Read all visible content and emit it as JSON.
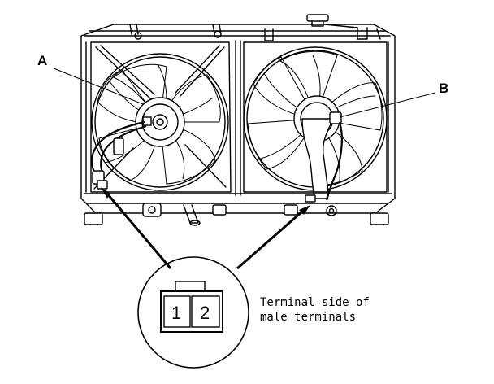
{
  "callouts": {
    "a": "A",
    "b": "B"
  },
  "connector": {
    "pin_1": "1",
    "pin_2": "2"
  },
  "caption": {
    "line_1": "Terminal side of",
    "line_2": "male terminals"
  }
}
